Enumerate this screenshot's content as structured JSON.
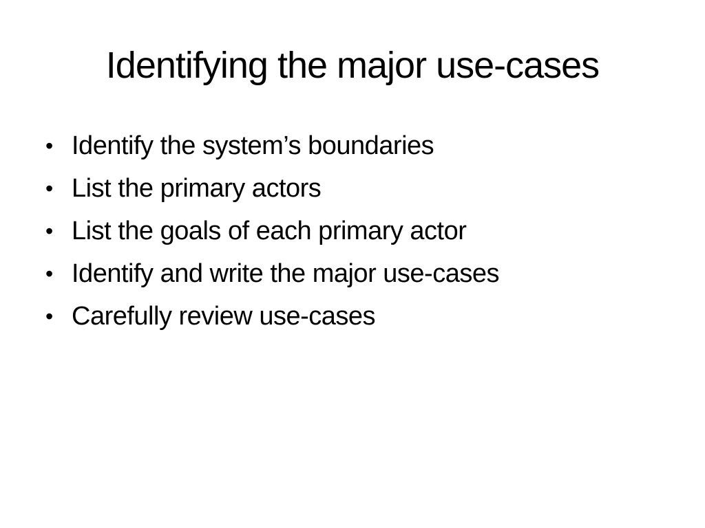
{
  "slide": {
    "title": "Identifying the major use-cases",
    "bullet_char": "•",
    "bullets": [
      "Identify the system’s boundaries",
      "List the primary actors",
      "List the goals of each primary actor",
      "Identify and write the major use-cases",
      "Carefully review use-cases"
    ],
    "colors": {
      "background": "#ffffff",
      "text": "#000000"
    }
  }
}
